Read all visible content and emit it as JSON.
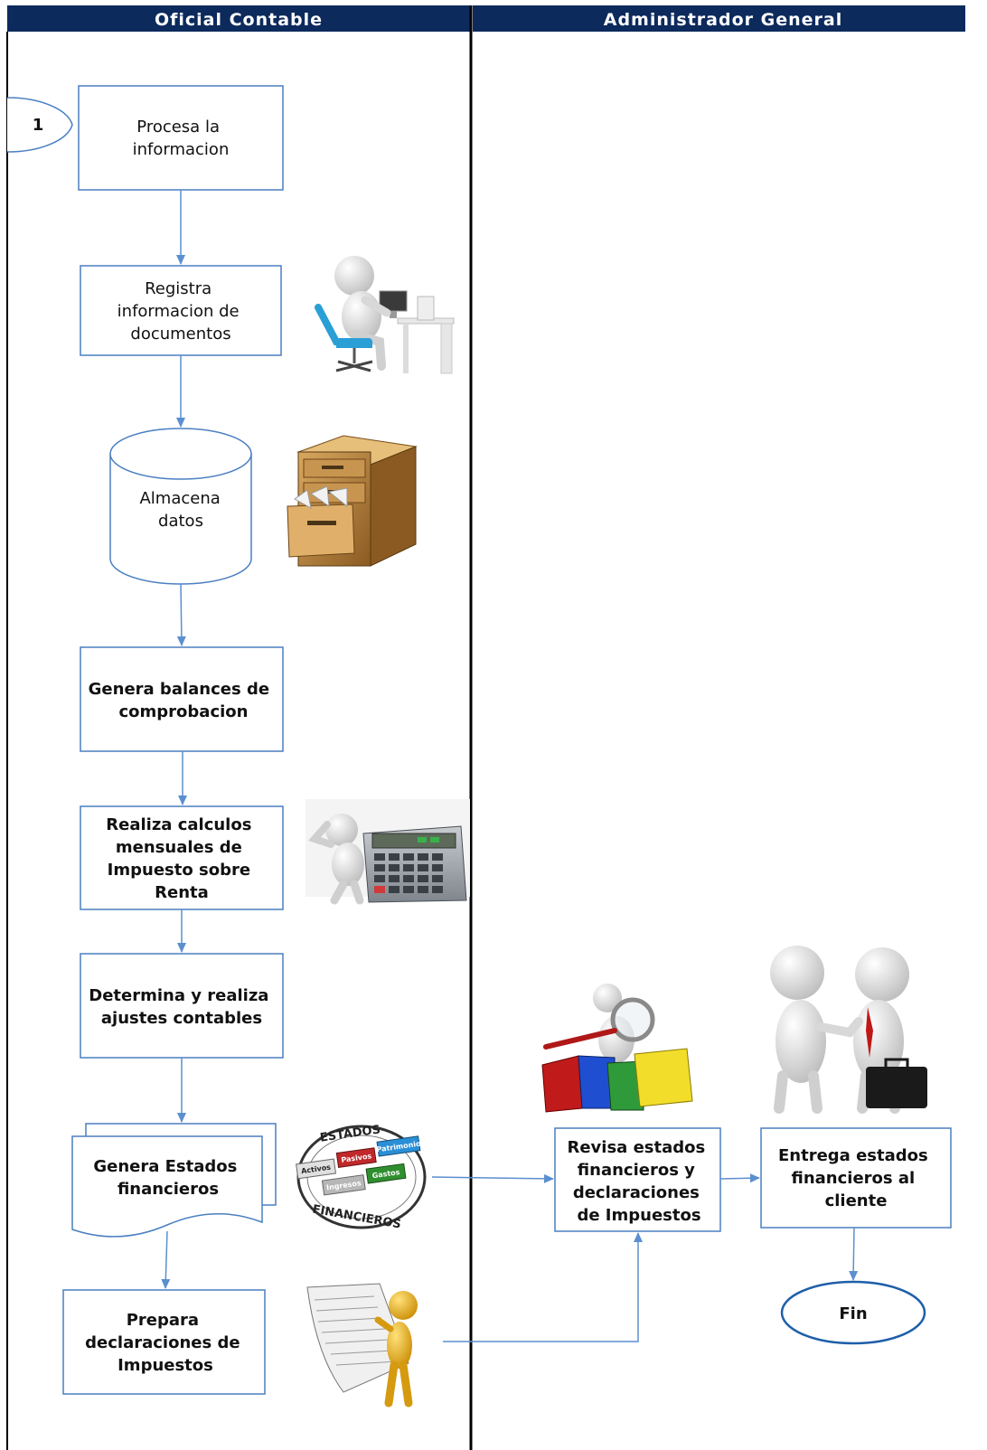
{
  "lanes": [
    {
      "id": "oficial",
      "title": "Oficial Contable"
    },
    {
      "id": "admin",
      "title": "Administrador General"
    }
  ],
  "connector": {
    "label": "1"
  },
  "nodes": {
    "procesa": {
      "lines": [
        "Procesa la",
        "informacion"
      ]
    },
    "registra": {
      "lines": [
        "Registra",
        "informacion de",
        "documentos"
      ]
    },
    "almacena": {
      "lines": [
        "Almacena",
        "datos"
      ]
    },
    "genera_balances": {
      "lines": [
        "Genera balances de",
        "comprobacion"
      ]
    },
    "realiza_calculos": {
      "lines": [
        "Realiza calculos",
        "mensuales de",
        "Impuesto sobre",
        "Renta"
      ]
    },
    "determina": {
      "lines": [
        "Determina y realiza",
        "ajustes contables"
      ]
    },
    "genera_estados": {
      "lines": [
        "Genera Estados",
        "financieros"
      ]
    },
    "prepara": {
      "lines": [
        "Prepara",
        "declaraciones de",
        "Impuestos"
      ]
    },
    "revisa": {
      "lines": [
        "Revisa estados",
        "financieros y",
        "declaraciones",
        "de Impuestos"
      ]
    },
    "entrega": {
      "lines": [
        "Entrega estados",
        "financieros al",
        "cliente"
      ]
    },
    "fin": {
      "lines": [
        "Fin"
      ]
    }
  },
  "illustrations": {
    "estados_seal": {
      "top": "ESTADOS",
      "bottom": "FINANCIEROS",
      "tiles": [
        "Activos",
        "Pasivos",
        "Patrimonio",
        "Ingresos",
        "Gastos"
      ]
    }
  },
  "colors": {
    "lane_header": "#0c2a5c",
    "box_stroke": "#4a7fc1",
    "arrow": "#5b8fd0",
    "fin_stroke": "#1f5fa8",
    "divider": "#000000"
  }
}
